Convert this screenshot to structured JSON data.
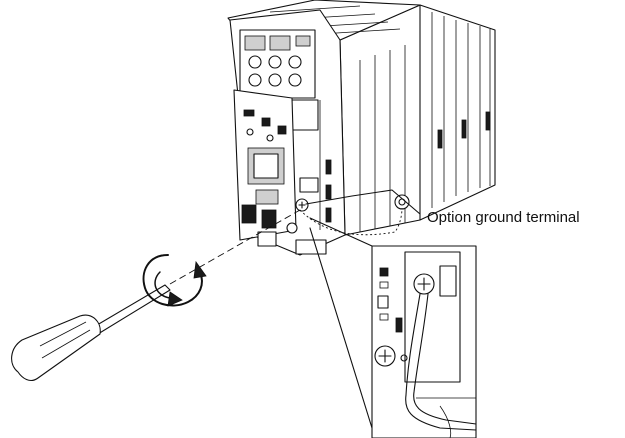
{
  "diagram": {
    "callout_label": "Option ground terminal",
    "icons": [
      "screwdriver",
      "rotation-arrow",
      "inverter-drive",
      "option-board",
      "ground-terminal",
      "ground-screw",
      "ground-wire"
    ],
    "colors": {
      "line": "#111111",
      "background": "#ffffff",
      "fill_dark": "#1a1a1a",
      "fill_gray": "#cfcfcf"
    }
  }
}
